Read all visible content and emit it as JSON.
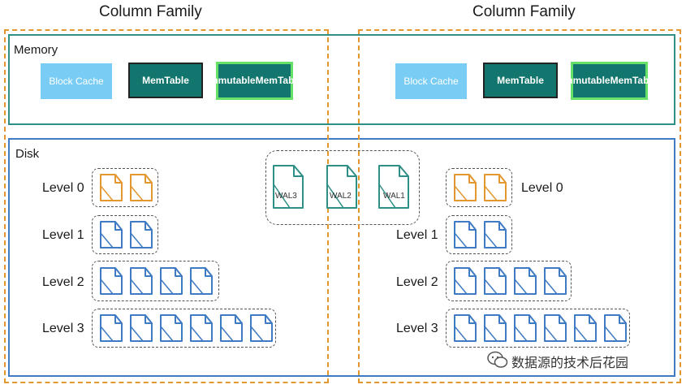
{
  "column_family_title": "Column Family",
  "memory_label": "Memory",
  "disk_label": "Disk",
  "block_cache_label": "Block Cache",
  "memtable_label": "MemTable",
  "immutable_line1": "immutable",
  "immutable_line2": "MemTable",
  "levels": [
    "Level 0",
    "Level 1",
    "Level 2",
    "Level 3"
  ],
  "wal_files": [
    "WAL3",
    "WAL2",
    "WAL1"
  ],
  "watermark": "数据源的技术后花园",
  "colors": {
    "orange_file": "#e3972f",
    "blue_file": "#3f7bc4",
    "wal_file": "#2e8f86"
  }
}
